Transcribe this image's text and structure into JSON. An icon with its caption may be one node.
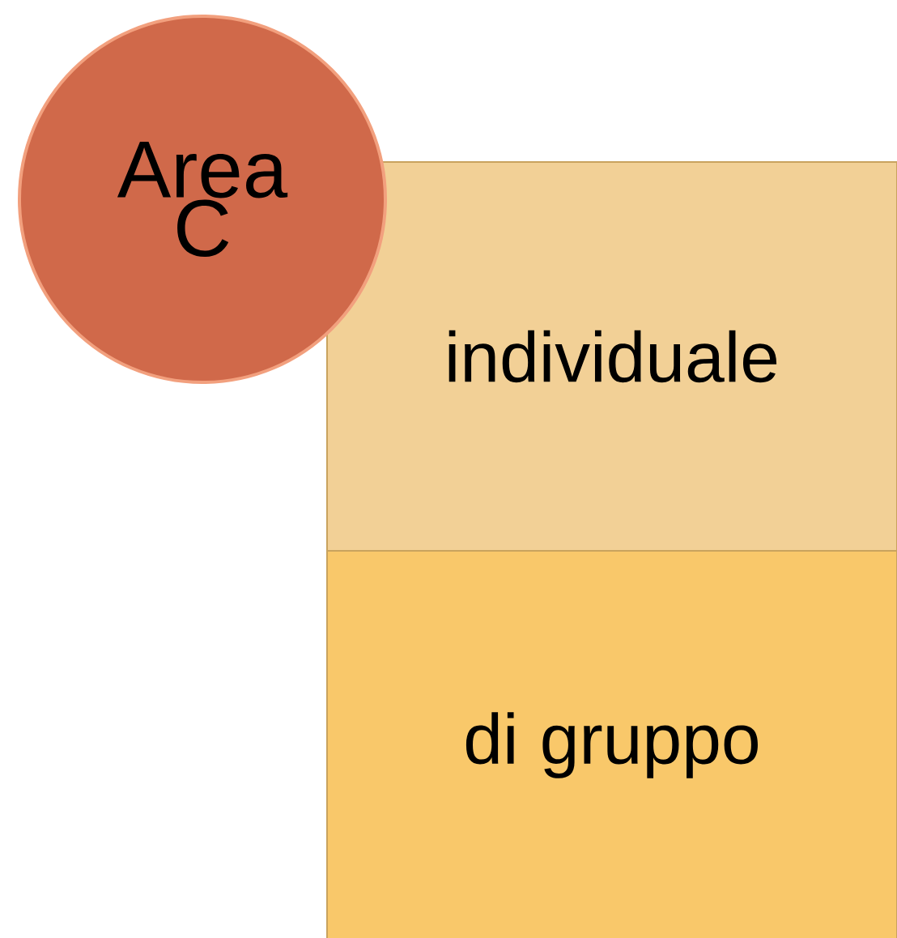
{
  "diagram": {
    "nodes": [
      {
        "text": [
          "Area C"
        ]
      },
      {
        "text": [
          "individuale"
        ]
      },
      {
        "text": [
          "di gruppo"
        ]
      }
    ]
  }
}
